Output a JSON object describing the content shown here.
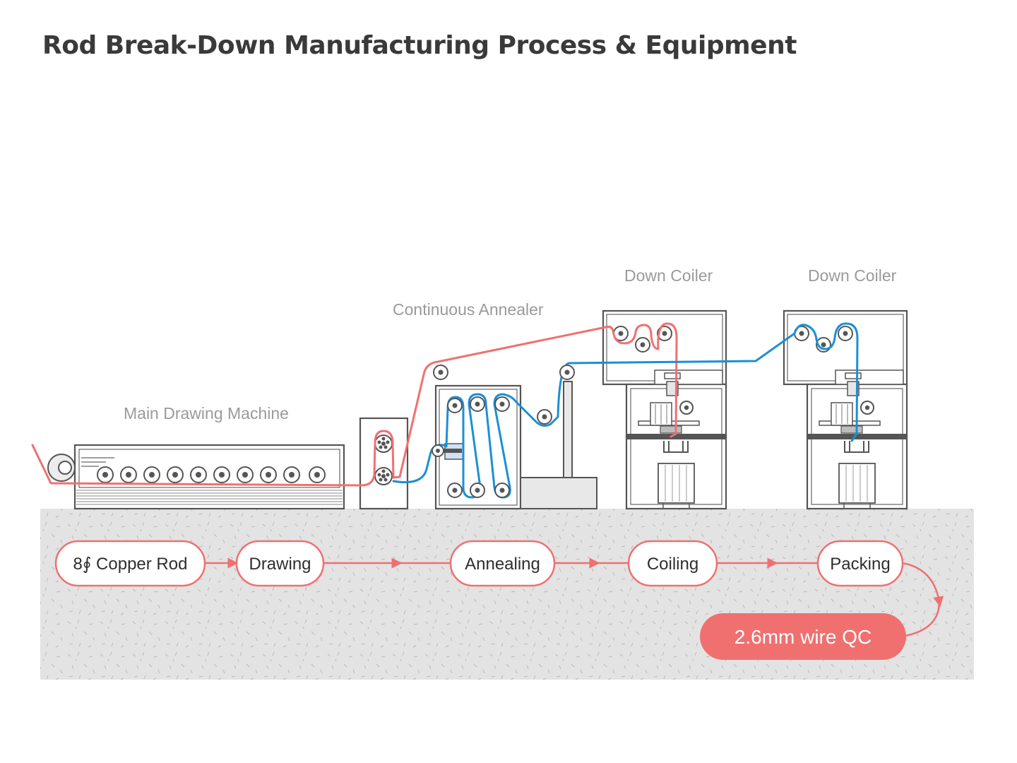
{
  "title": "Rod Break-Down Manufacturing Process & Equipment",
  "equipment": {
    "main_drawing": "Main Drawing Machine",
    "annealer": "Continuous Annealer",
    "coiler_1": "Down Coiler",
    "coiler_2": "Down Coiler"
  },
  "steps": [
    "8∮ Copper Rod",
    "Drawing",
    "Annealing",
    "Coiling",
    "Packing"
  ],
  "output": "2.6mm wire QC",
  "colors": {
    "wire_red": "#f07070",
    "wire_blue": "#1b8fd6",
    "ground": "#e3e3e3",
    "machine_outline": "#555555",
    "label_gray": "#9a9a9a"
  }
}
